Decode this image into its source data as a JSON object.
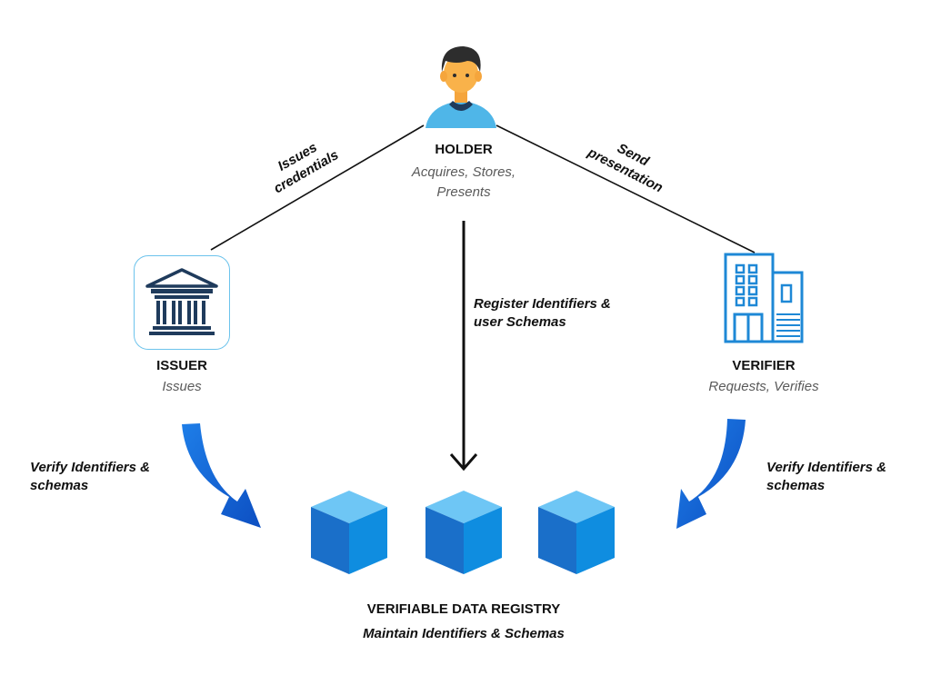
{
  "holder": {
    "title": "HOLDER",
    "role_line1": "Acquires, Stores,",
    "role_line2": "Presents",
    "icon": "person-icon"
  },
  "issuer": {
    "title": "ISSUER",
    "role": "Issues",
    "icon": "government-building-icon"
  },
  "verifier": {
    "title": "VERIFIER",
    "role": "Requests, Verifies",
    "icon": "office-building-icon"
  },
  "registry": {
    "title": "VERIFIABLE DATA REGISTRY",
    "subtitle": "Maintain Identifiers & Schemas",
    "icon": "cube-icon",
    "cube_count": 3
  },
  "edges": {
    "issuer_holder": {
      "line1": "Issues",
      "line2": "credentials"
    },
    "holder_verifier": {
      "line1": "Send",
      "line2": "presentation"
    },
    "holder_registry": {
      "line1": "Register Identifiers &",
      "line2": "user Schemas"
    },
    "issuer_registry": {
      "line1": "Verify Identifiers &",
      "line2": "schemas"
    },
    "verifier_registry": {
      "line1": "Verify Identifiers &",
      "line2": "schemas"
    }
  },
  "colors": {
    "cube_top": "#6ec6f5",
    "cube_left": "#1a6fc9",
    "cube_right": "#0f8de0",
    "arrow_blue": "#1565d8",
    "icon_navy": "#1f3b5c",
    "building_blue": "#1e88d6",
    "skin": "#f9b24a",
    "shirt": "#4fb6e8"
  }
}
